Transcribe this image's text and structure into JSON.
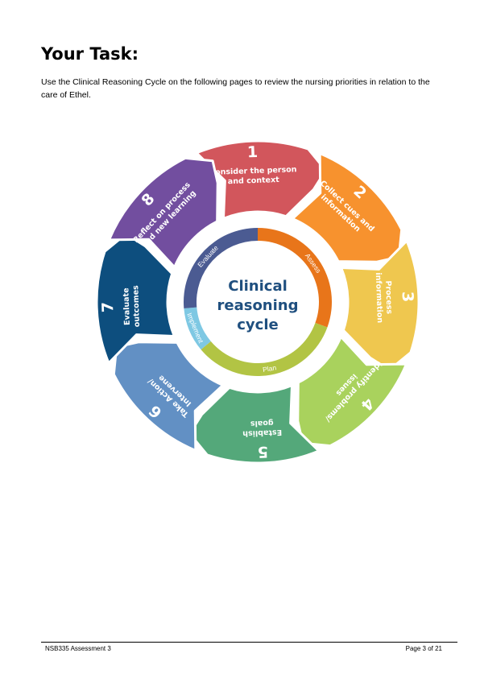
{
  "page": {
    "heading": "Your Task:",
    "intro": "Use the Clinical Reasoning Cycle on the following pages to review the nursing priorities in relation to the care of Ethel."
  },
  "diagram": {
    "center_lines": [
      "Clinical",
      "reasoning",
      "cycle"
    ],
    "inner_ring": [
      {
        "label": "Assess",
        "color": "#E8751A"
      },
      {
        "label": "Plan",
        "color": "#B2C444"
      },
      {
        "label": "Implement",
        "color": "#7EC8E3"
      },
      {
        "label": "Evaluate",
        "color": "#4B5B92"
      }
    ],
    "steps": [
      {
        "number": "1",
        "lines": [
          "Consider the person",
          "and context"
        ],
        "color": "#D2565C"
      },
      {
        "number": "2",
        "lines": [
          "Collect cues and",
          "information"
        ],
        "color": "#F7922E"
      },
      {
        "number": "3",
        "lines": [
          "Process",
          "information"
        ],
        "color": "#EFC74F"
      },
      {
        "number": "4",
        "lines": [
          "Identify problems/",
          "issues"
        ],
        "color": "#A9D25D"
      },
      {
        "number": "5",
        "lines": [
          "Establish",
          "goals"
        ],
        "color": "#54A87A"
      },
      {
        "number": "6",
        "lines": [
          "Take Action/",
          "Intervene"
        ],
        "color": "#6290C4"
      },
      {
        "number": "7",
        "lines": [
          "Evaluate",
          "outcomes"
        ],
        "color": "#0D4E7E"
      },
      {
        "number": "8",
        "lines": [
          "Reflect on process",
          "and new learning"
        ],
        "color": "#724E9F"
      }
    ],
    "center_text_color": "#1F4F7F"
  },
  "footer": {
    "left": "NSB335 Assessment 3",
    "right": "Page 3 of 21"
  }
}
